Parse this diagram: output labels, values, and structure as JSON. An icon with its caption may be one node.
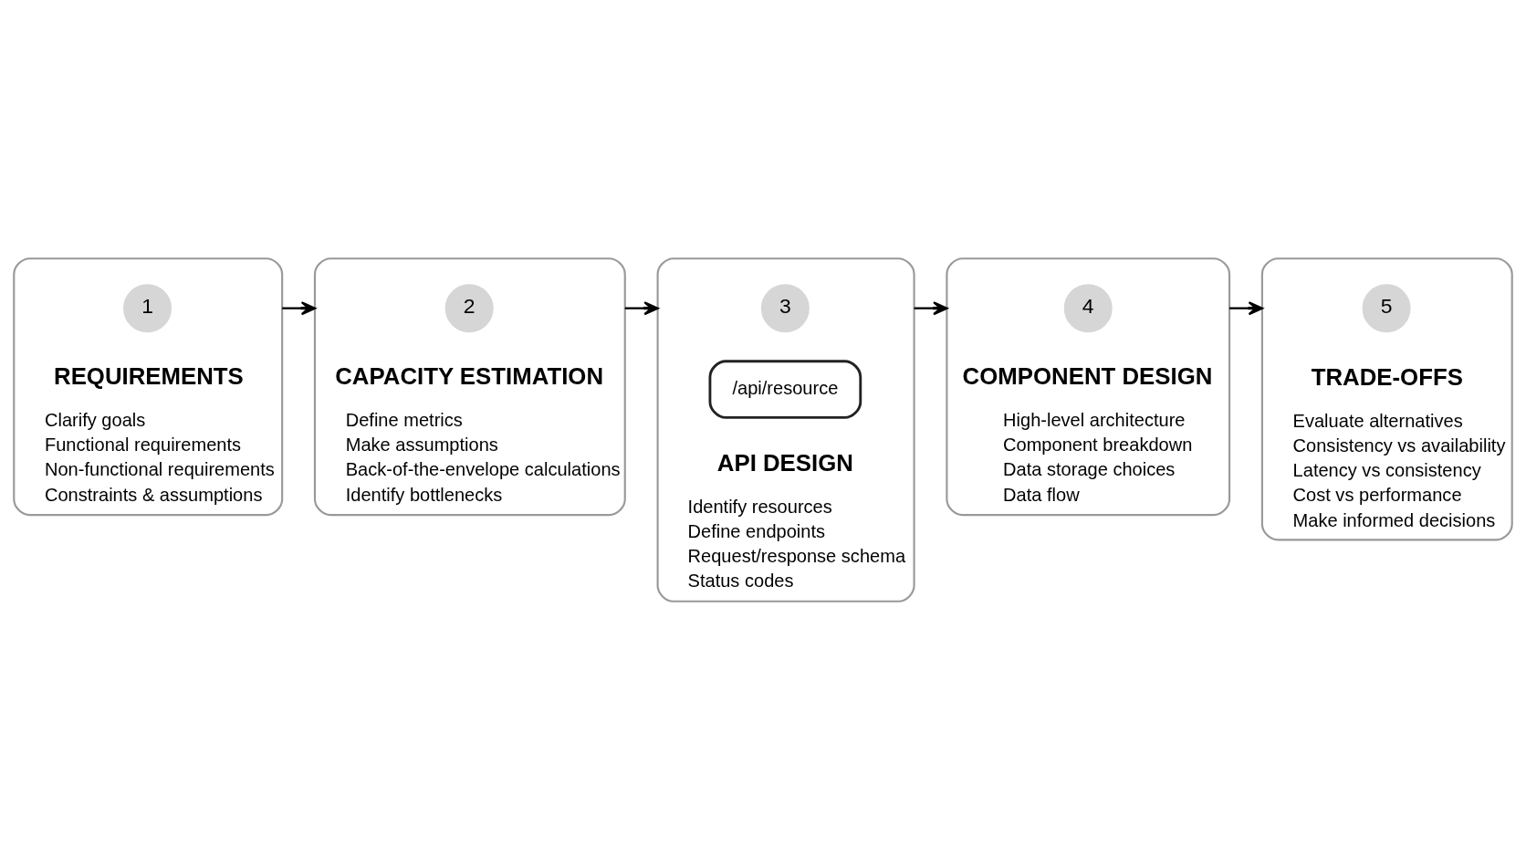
{
  "diagram": {
    "nodes": [
      {
        "text": [
          "REQUIREMENTS",
          "Clarify goals",
          "Functional requirements",
          "Non-functional requirements",
          "Constraints & assumptions"
        ]
      },
      {
        "text": [
          "1"
        ],
        "in": 0
      },
      {
        "text": [
          "CAPACITY ESTIMATION",
          "Define metrics",
          "Make assumptions",
          "Back-of-the-envelope calculations",
          "Identify bottlenecks"
        ]
      },
      {
        "text": [
          "2"
        ],
        "in": 2
      },
      {
        "text": [
          "API DESIGN",
          "Identify resources",
          "Define endpoints",
          "Request/response schema",
          "Status codes"
        ]
      },
      {
        "text": [
          "3"
        ],
        "in": 4
      },
      {
        "text": [
          "/api/resource"
        ],
        "in": 4
      },
      {
        "text": [
          "COMPONENT DESIGN",
          "High-level architecture",
          "Component breakdown",
          "Data storage choices",
          "Data flow"
        ]
      },
      {
        "text": [
          "4"
        ],
        "in": 7
      },
      {
        "text": [
          "TRADE-OFFS",
          "Evaluate alternatives",
          "Consistency vs availability",
          "Latency vs consistency",
          "Cost vs performance",
          "Make informed decisions"
        ]
      },
      {
        "text": [
          "5"
        ],
        "in": 9
      }
    ],
    "edges": [
      {
        "from": 0,
        "to": 2,
        "arrow": "to"
      },
      {
        "from": 2,
        "to": 4,
        "arrow": "to"
      },
      {
        "from": 4,
        "to": 7,
        "arrow": "to"
      },
      {
        "from": 7,
        "to": 9,
        "arrow": "to"
      }
    ]
  }
}
